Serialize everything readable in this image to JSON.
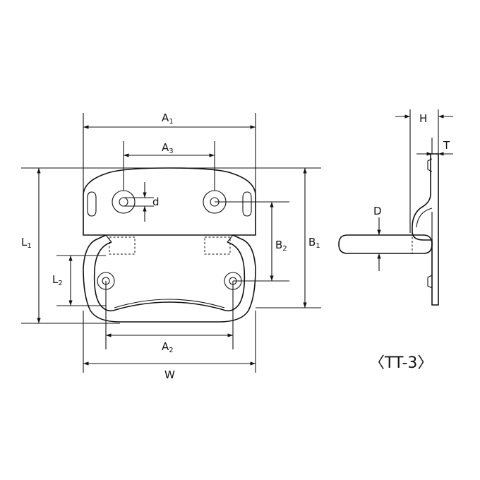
{
  "labels": {
    "A1": {
      "main": "A",
      "sub": "1"
    },
    "A2": {
      "main": "A",
      "sub": "2"
    },
    "A3": {
      "main": "A",
      "sub": "3"
    },
    "B1": {
      "main": "B",
      "sub": "1"
    },
    "B2": {
      "main": "B",
      "sub": "2"
    },
    "L1": {
      "main": "L",
      "sub": "1"
    },
    "L2": {
      "main": "L",
      "sub": "2"
    },
    "W": "W",
    "d": "d",
    "D": "D",
    "H": "H",
    "T": "T"
  },
  "model": "〈TT-3〉"
}
